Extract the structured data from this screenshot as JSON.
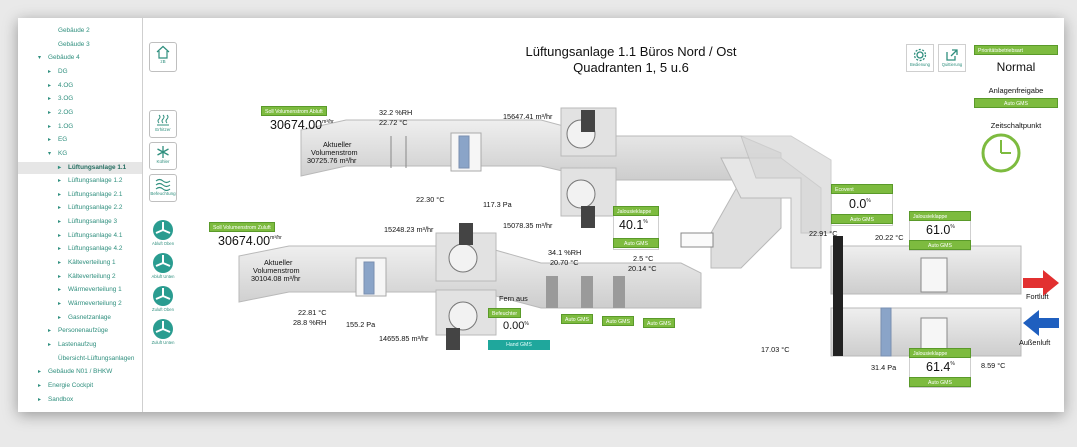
{
  "sidebar": {
    "items": [
      {
        "label": "Gebäude 2",
        "level": 1,
        "arrow": "",
        "selected": false
      },
      {
        "label": "Gebäude 3",
        "level": 1,
        "arrow": "",
        "selected": false
      },
      {
        "label": "Gebäude 4",
        "level": 0,
        "arrow": "▾",
        "selected": false
      },
      {
        "label": "DG",
        "level": 1,
        "arrow": "▸",
        "selected": false
      },
      {
        "label": "4.OG",
        "level": 1,
        "arrow": "▸",
        "selected": false
      },
      {
        "label": "3.OG",
        "level": 1,
        "arrow": "▸",
        "selected": false
      },
      {
        "label": "2.OG",
        "level": 1,
        "arrow": "▸",
        "selected": false
      },
      {
        "label": "1.OG",
        "level": 1,
        "arrow": "▸",
        "selected": false
      },
      {
        "label": "EG",
        "level": 1,
        "arrow": "▸",
        "selected": false
      },
      {
        "label": "KG",
        "level": 1,
        "arrow": "▾",
        "selected": false
      },
      {
        "label": "Lüftungsanlage 1.1",
        "level": 2,
        "arrow": "▸",
        "selected": true
      },
      {
        "label": "Lüftungsanlage 1.2",
        "level": 2,
        "arrow": "▸",
        "selected": false
      },
      {
        "label": "Lüftungsanlage 2.1",
        "level": 2,
        "arrow": "▸",
        "selected": false
      },
      {
        "label": "Lüftungsanlage 2.2",
        "level": 2,
        "arrow": "▸",
        "selected": false
      },
      {
        "label": "Lüftungsanlage 3",
        "level": 2,
        "arrow": "▸",
        "selected": false
      },
      {
        "label": "Lüftungsanlage 4.1",
        "level": 2,
        "arrow": "▸",
        "selected": false
      },
      {
        "label": "Lüftungsanlage 4.2",
        "level": 2,
        "arrow": "▸",
        "selected": false
      },
      {
        "label": "Kälteverteilung 1",
        "level": 2,
        "arrow": "▸",
        "selected": false
      },
      {
        "label": "Kälteverteilung 2",
        "level": 2,
        "arrow": "▸",
        "selected": false
      },
      {
        "label": "Wärmeverteilung 1",
        "level": 2,
        "arrow": "▸",
        "selected": false
      },
      {
        "label": "Wärmeverteilung 2",
        "level": 2,
        "arrow": "▸",
        "selected": false
      },
      {
        "label": "Gasnetzanlage",
        "level": 2,
        "arrow": "▸",
        "selected": false
      },
      {
        "label": "Personenaufzüge",
        "level": 1,
        "arrow": "▸",
        "selected": false
      },
      {
        "label": "Lastenaufzug",
        "level": 1,
        "arrow": "▸",
        "selected": false
      },
      {
        "label": "Übersicht-Lüftungsanlagen",
        "level": 1,
        "arrow": "",
        "selected": false
      },
      {
        "label": "Gebäude N01 / BHKW",
        "level": 0,
        "arrow": "▸",
        "selected": false
      },
      {
        "label": "Energie Cockpit",
        "level": 0,
        "arrow": "▸",
        "selected": false
      },
      {
        "label": "Sandbox",
        "level": 0,
        "arrow": "▸",
        "selected": false
      }
    ]
  },
  "toolbar": {
    "home_label": "zB",
    "erhitzer_label": "Erhitzer",
    "kuehler_label": "Kühler",
    "befeuchtung_label": "Befeuchtung",
    "fans": [
      "Abluft Oben",
      "Abluft Unten",
      "Zuluft Oben",
      "Zuluft Unten"
    ]
  },
  "header": {
    "title_line1": "Lüftungsanlage 1.1 Büros Nord / Ost",
    "title_line2": "Quadranten  1, 5 u.6",
    "bedienung_label": "Bedienung",
    "quittierung_label": "Quittierung"
  },
  "status": {
    "priority_label": "Prioritätsbetriebsart",
    "mode": "Normal",
    "release_title": "Anlagenfreigabe",
    "release_value": "Auto GMS",
    "schedule_title": "Zeitschaltpunkt"
  },
  "abluft": {
    "soll_label": "Soll Volumenstrom Abluft",
    "soll_value": "30674.00",
    "soll_unit": "m³/hr",
    "rh": "32.2 %RH",
    "temp": "22.72 °C",
    "actual_label1": "Aktueller",
    "actual_label2": "Volumenstrom",
    "actual_value": "30725.76 m³/hr",
    "temp_low": "22.30 °C",
    "pressure": "117.3 Pa",
    "fan_top_flow": "15647.41 m³/hr",
    "fan_bottom_flow": "15078.35 m³/hr"
  },
  "zuluft": {
    "soll_label": "Soll Volumenstrom Zuluft",
    "soll_value": "30674.00",
    "soll_unit": "m³/hr",
    "actual_label1": "Aktueller",
    "actual_label2": "Volumenstrom",
    "actual_value": "30104.08 m³/hr",
    "fan_top_flow": "15248.23 m³/hr",
    "fan_bottom_flow": "14655.85 m³/hr",
    "temp_in": "22.81 °C",
    "rh_in": "28.8 %RH",
    "pressure": "155.2 Pa",
    "rh_mid": "34.1 %RH",
    "temp_mid": "20.70 °C",
    "temp_a": "2.5 °C",
    "temp_b": "20.14 °C",
    "fern_aus": "Fern aus",
    "befeuchter_label": "Befeuchter",
    "befeuchter_value": "0.00",
    "befeuchter_unit": "%",
    "befeuchter_mode": "Hand GMS",
    "auto_gms_1": "Auto GMS",
    "auto_gms_2": "Auto GMS",
    "auto_gms_3": "Auto GMS"
  },
  "jalousie_mid": {
    "label": "Jalousieklappe",
    "value": "40.1",
    "unit": "%",
    "mode": "Auto GMS"
  },
  "ecovent": {
    "label": "Ecovent",
    "value": "0.0",
    "unit": "%",
    "mode": "Auto GMS",
    "temp_left": "22.91 °C",
    "temp_right": "20.22 °C"
  },
  "jalousie_fort": {
    "label": "Jalousieklappe",
    "value": "61.0",
    "unit": "%",
    "mode": "Auto GMS"
  },
  "jalousie_aussen": {
    "label": "Jalousieklappe",
    "value": "61.4",
    "unit": "%",
    "mode": "Auto GMS"
  },
  "outdoor": {
    "fortluft_label": "Fortluft",
    "aussenluft_label": "Außenluft",
    "temp_bottom": "17.03 °C",
    "pressure": "31.4 Pa",
    "temp_out": "8.59 °C"
  },
  "colors": {
    "accent_green": "#7dbb3f",
    "teal": "#1fa79c",
    "duct": "#d9d9d9",
    "arrow_red": "#e23030",
    "arrow_blue": "#1f5fbf"
  }
}
